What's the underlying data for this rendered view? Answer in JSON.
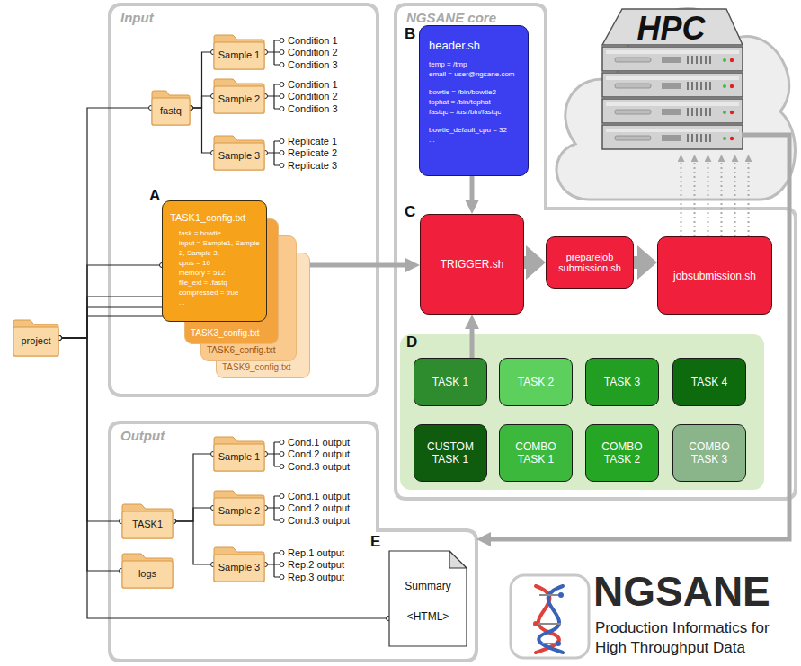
{
  "diagram": {
    "nodes": [
      {
        "text": [
          "Input"
        ]
      },
      {
        "text": [
          "fastq"
        ],
        "in": 0
      },
      {
        "text": [
          "Sample 1"
        ],
        "in": 0
      },
      {
        "text": [
          "Sample 2"
        ],
        "in": 0
      },
      {
        "text": [
          "Sample 3"
        ],
        "in": 0
      },
      {
        "text": [
          "TASK1_config.txt",
          "task = bowtie",
          "input = Sample1, Sample 2, Sample 3,",
          "cpus = 16",
          "memory = 512",
          "file_ext = .fastq",
          "compressed = true",
          "..."
        ],
        "in": 0
      },
      {
        "text": [
          "TASK3_config.txt"
        ],
        "in": 0
      },
      {
        "text": [
          "TASK6_config.txt"
        ],
        "in": 0
      },
      {
        "text": [
          "TASK9_config.txt"
        ],
        "in": 0
      },
      {
        "text": [
          "project"
        ]
      },
      {
        "text": [
          "NGSANE core"
        ]
      },
      {
        "text": [
          "header.sh",
          "temp = /tmp",
          "email = user@ngsane.com",
          "bowtie = /bin/bowtie2",
          "tophat = /bin/tophat",
          "fastqc = /usr/bin/fastqc",
          "bowtie_default_cpu = 32",
          "..."
        ],
        "in": 10
      },
      {
        "text": [
          "TRIGGER.sh"
        ],
        "in": 10
      },
      {
        "text": [
          "preparejob submission.sh"
        ],
        "in": 10
      },
      {
        "text": [
          "jobsubmission.sh"
        ],
        "in": 10
      },
      {
        "text": [
          "TASK 1"
        ],
        "in": 10
      },
      {
        "text": [
          "TASK 2"
        ],
        "in": 10
      },
      {
        "text": [
          "TASK 3"
        ],
        "in": 10
      },
      {
        "text": [
          "TASK 4"
        ],
        "in": 10
      },
      {
        "text": [
          "CUSTOM TASK 1"
        ],
        "in": 10
      },
      {
        "text": [
          "COMBO TASK 1"
        ],
        "in": 10
      },
      {
        "text": [
          "COMBO TASK 2"
        ],
        "in": 10
      },
      {
        "text": [
          "COMBO TASK 3"
        ],
        "in": 10
      },
      {
        "text": [
          "HPC"
        ]
      },
      {
        "text": [
          "Output"
        ]
      },
      {
        "text": [
          "TASK1"
        ],
        "in": 24
      },
      {
        "text": [
          "Sample 1"
        ],
        "in": 24
      },
      {
        "text": [
          "Sample 2"
        ],
        "in": 24
      },
      {
        "text": [
          "Sample 3"
        ],
        "in": 24
      },
      {
        "text": [
          "logs"
        ],
        "in": 24
      },
      {
        "text": [
          "Summary",
          "<HTML>"
        ],
        "in": 24
      }
    ],
    "edges": [
      {
        "from": 9,
        "to": 1,
        "arrow": "none"
      },
      {
        "from": 9,
        "to": 5,
        "arrow": "none"
      },
      {
        "from": 9,
        "to": 6,
        "arrow": "none"
      },
      {
        "from": 9,
        "to": 7,
        "arrow": "none"
      },
      {
        "from": 9,
        "to": 8,
        "arrow": "none"
      },
      {
        "from": 9,
        "to": 25,
        "arrow": "none"
      },
      {
        "from": 9,
        "to": 29,
        "arrow": "none"
      },
      {
        "from": 9,
        "to": 30,
        "arrow": "none"
      },
      {
        "from": 1,
        "to": 2,
        "arrow": "none"
      },
      {
        "from": 1,
        "to": 3,
        "arrow": "none"
      },
      {
        "from": 1,
        "to": 4,
        "arrow": "none"
      },
      {
        "from": 25,
        "to": 26,
        "arrow": "none"
      },
      {
        "from": 25,
        "to": 27,
        "arrow": "none"
      },
      {
        "from": 25,
        "to": 28,
        "arrow": "none"
      },
      {
        "from": 5,
        "to": 12,
        "arrow": "to"
      },
      {
        "from": 11,
        "to": 12,
        "arrow": "to"
      },
      {
        "from": 15,
        "to": 12,
        "arrow": "to"
      },
      {
        "from": 12,
        "to": 13,
        "arrow": "to"
      },
      {
        "from": 13,
        "to": 14,
        "arrow": "to"
      },
      {
        "from": 14,
        "to": 23,
        "arrow": "to"
      },
      {
        "from": 23,
        "to": 24,
        "arrow": "to"
      }
    ],
    "labels": [
      "A",
      "B",
      "C",
      "D",
      "E",
      "Condition 1",
      "Condition 2",
      "Condition 3",
      "Condition 1",
      "Condition 2",
      "Condition 3",
      "Replicate 1",
      "Replicate 2",
      "Replicate 3",
      "Cond.1 output",
      "Cond.2 output",
      "Cond.3 output",
      "Cond.1 output",
      "Cond.2 output",
      "Cond.3 output",
      "Rep.1 output",
      "Rep.2 output",
      "Rep.3 output",
      "NGSANE",
      "Production Informatics for High Throughput Data"
    ]
  }
}
